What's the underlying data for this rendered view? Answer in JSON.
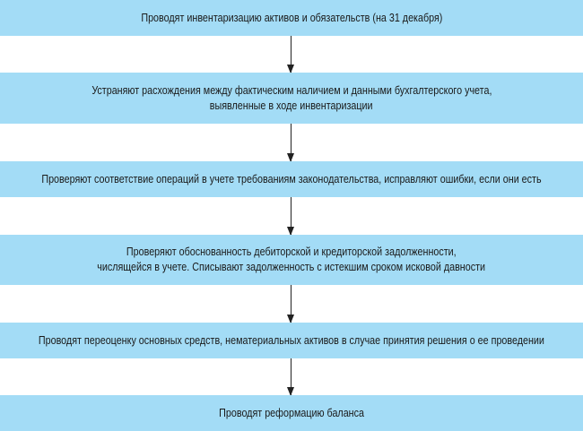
{
  "steps": [
    {
      "lines": [
        "Проводят инвентаризацию активов и обязательств (на 31 декабря)"
      ]
    },
    {
      "lines": [
        "Устраняют расхождения между фактическим наличием и данными бухгалтерского учета,",
        "выявленные в ходе инвентаризации"
      ]
    },
    {
      "lines": [
        "Проверяют соответствие операций в учете требованиям законодательства, исправляют ошибки, если они есть"
      ]
    },
    {
      "lines": [
        "Проверяют обоснованность дебиторской и кредиторской задолженности,",
        "числящейся в учете. Списывают задолженность с истекшим сроком исковой давности"
      ]
    },
    {
      "lines": [
        "Проводят переоценку основных средств, нематериальных активов в случае принятия решения о ее проведении"
      ]
    },
    {
      "lines": [
        "Проводят реформацию баланса"
      ]
    }
  ],
  "colors": {
    "box": "#a3dcf6",
    "arrow": "#222222"
  }
}
